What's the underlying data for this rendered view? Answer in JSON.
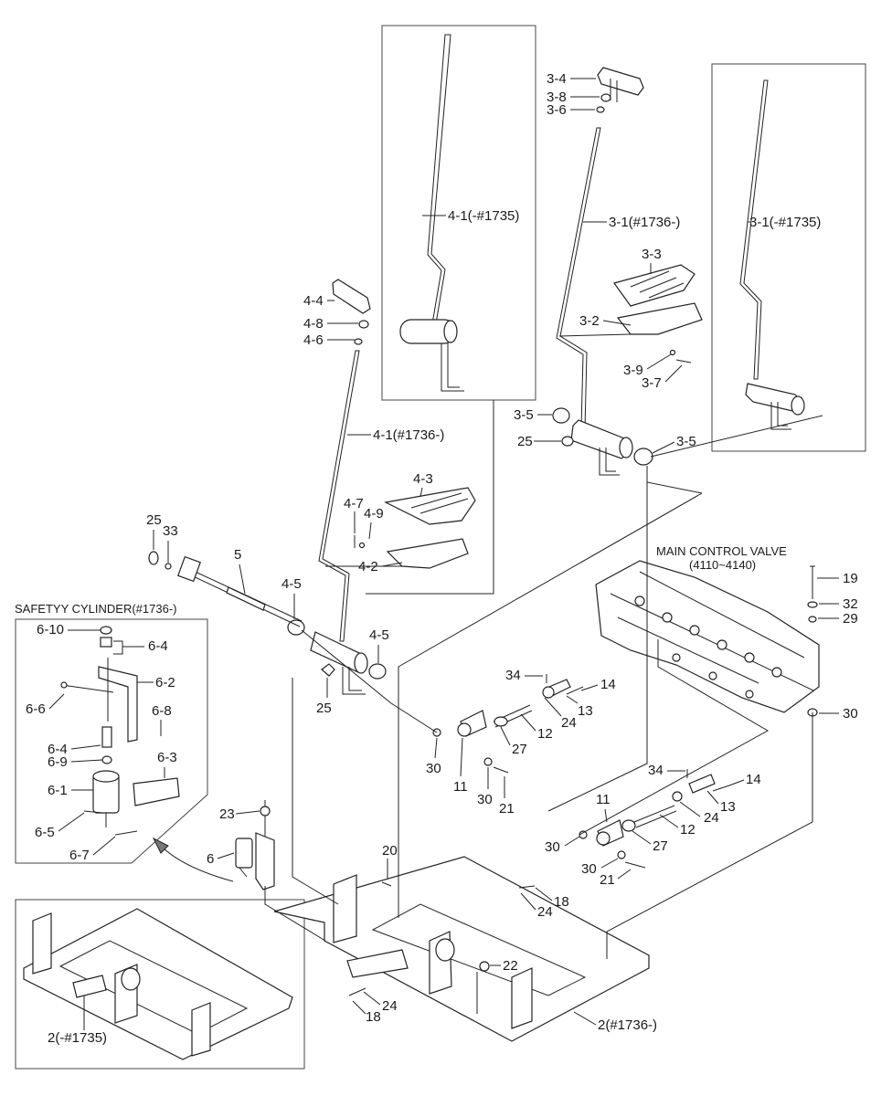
{
  "captions": {
    "safety_cylinder": "SAFETYY CYLINDER(#1736-)",
    "main_control_valve": "MAIN CONTROL VALVE",
    "main_control_valve_range": "(4110~4140)"
  },
  "labels": {
    "l_3_4": "3-4",
    "l_3_8": "3-8",
    "l_3_6": "3-6",
    "l_3_1_new": "3-1(#1736-)",
    "l_3_1_old": "3-1(-#1735)",
    "l_3_3": "3-3",
    "l_3_2": "3-2",
    "l_3_9": "3-9",
    "l_3_7": "3-7",
    "l_3_5_a": "3-5",
    "l_3_5_b": "3-5",
    "l_25_a": "25",
    "l_4_1_old": "4-1(-#1735)",
    "l_4_1_new": "4-1(#1736-)",
    "l_4_4": "4-4",
    "l_4_8": "4-8",
    "l_4_6": "4-6",
    "l_4_3": "4-3",
    "l_4_7": "4-7",
    "l_4_9": "4-9",
    "l_4_2": "4-2",
    "l_4_5_a": "4-5",
    "l_4_5_b": "4-5",
    "l_25_b": "25",
    "l_33": "33",
    "l_5": "5",
    "l_25_c": "25",
    "l_19": "19",
    "l_32": "32",
    "l_29": "29",
    "l_30_a": "30",
    "l_34_a": "34",
    "l_14_a": "14",
    "l_13_a": "13",
    "l_24_a": "24",
    "l_12_a": "12",
    "l_27_a": "27",
    "l_30_b": "30",
    "l_11_a": "11",
    "l_30_c": "30",
    "l_21_a": "21",
    "l_34_b": "34",
    "l_14_b": "14",
    "l_13_b": "13",
    "l_24_b": "24",
    "l_11_b": "11",
    "l_12_b": "12",
    "l_27_b": "27",
    "l_30_d": "30",
    "l_30_e": "30",
    "l_21_b": "21",
    "l_6_10": "6-10",
    "l_6_4_a": "6-4",
    "l_6_2": "6-2",
    "l_6_6": "6-6",
    "l_6_8": "6-8",
    "l_6_4_b": "6-4",
    "l_6_9": "6-9",
    "l_6_3": "6-3",
    "l_6_1": "6-1",
    "l_6_5": "6-5",
    "l_6_7": "6-7",
    "l_23": "23",
    "l_6": "6",
    "l_20": "20",
    "l_18_a": "18",
    "l_24_c": "24",
    "l_22": "22",
    "l_18_b": "18",
    "l_24_d": "24",
    "l_2_old": "2(-#1735)",
    "l_2_new": "2(#1736-)"
  }
}
